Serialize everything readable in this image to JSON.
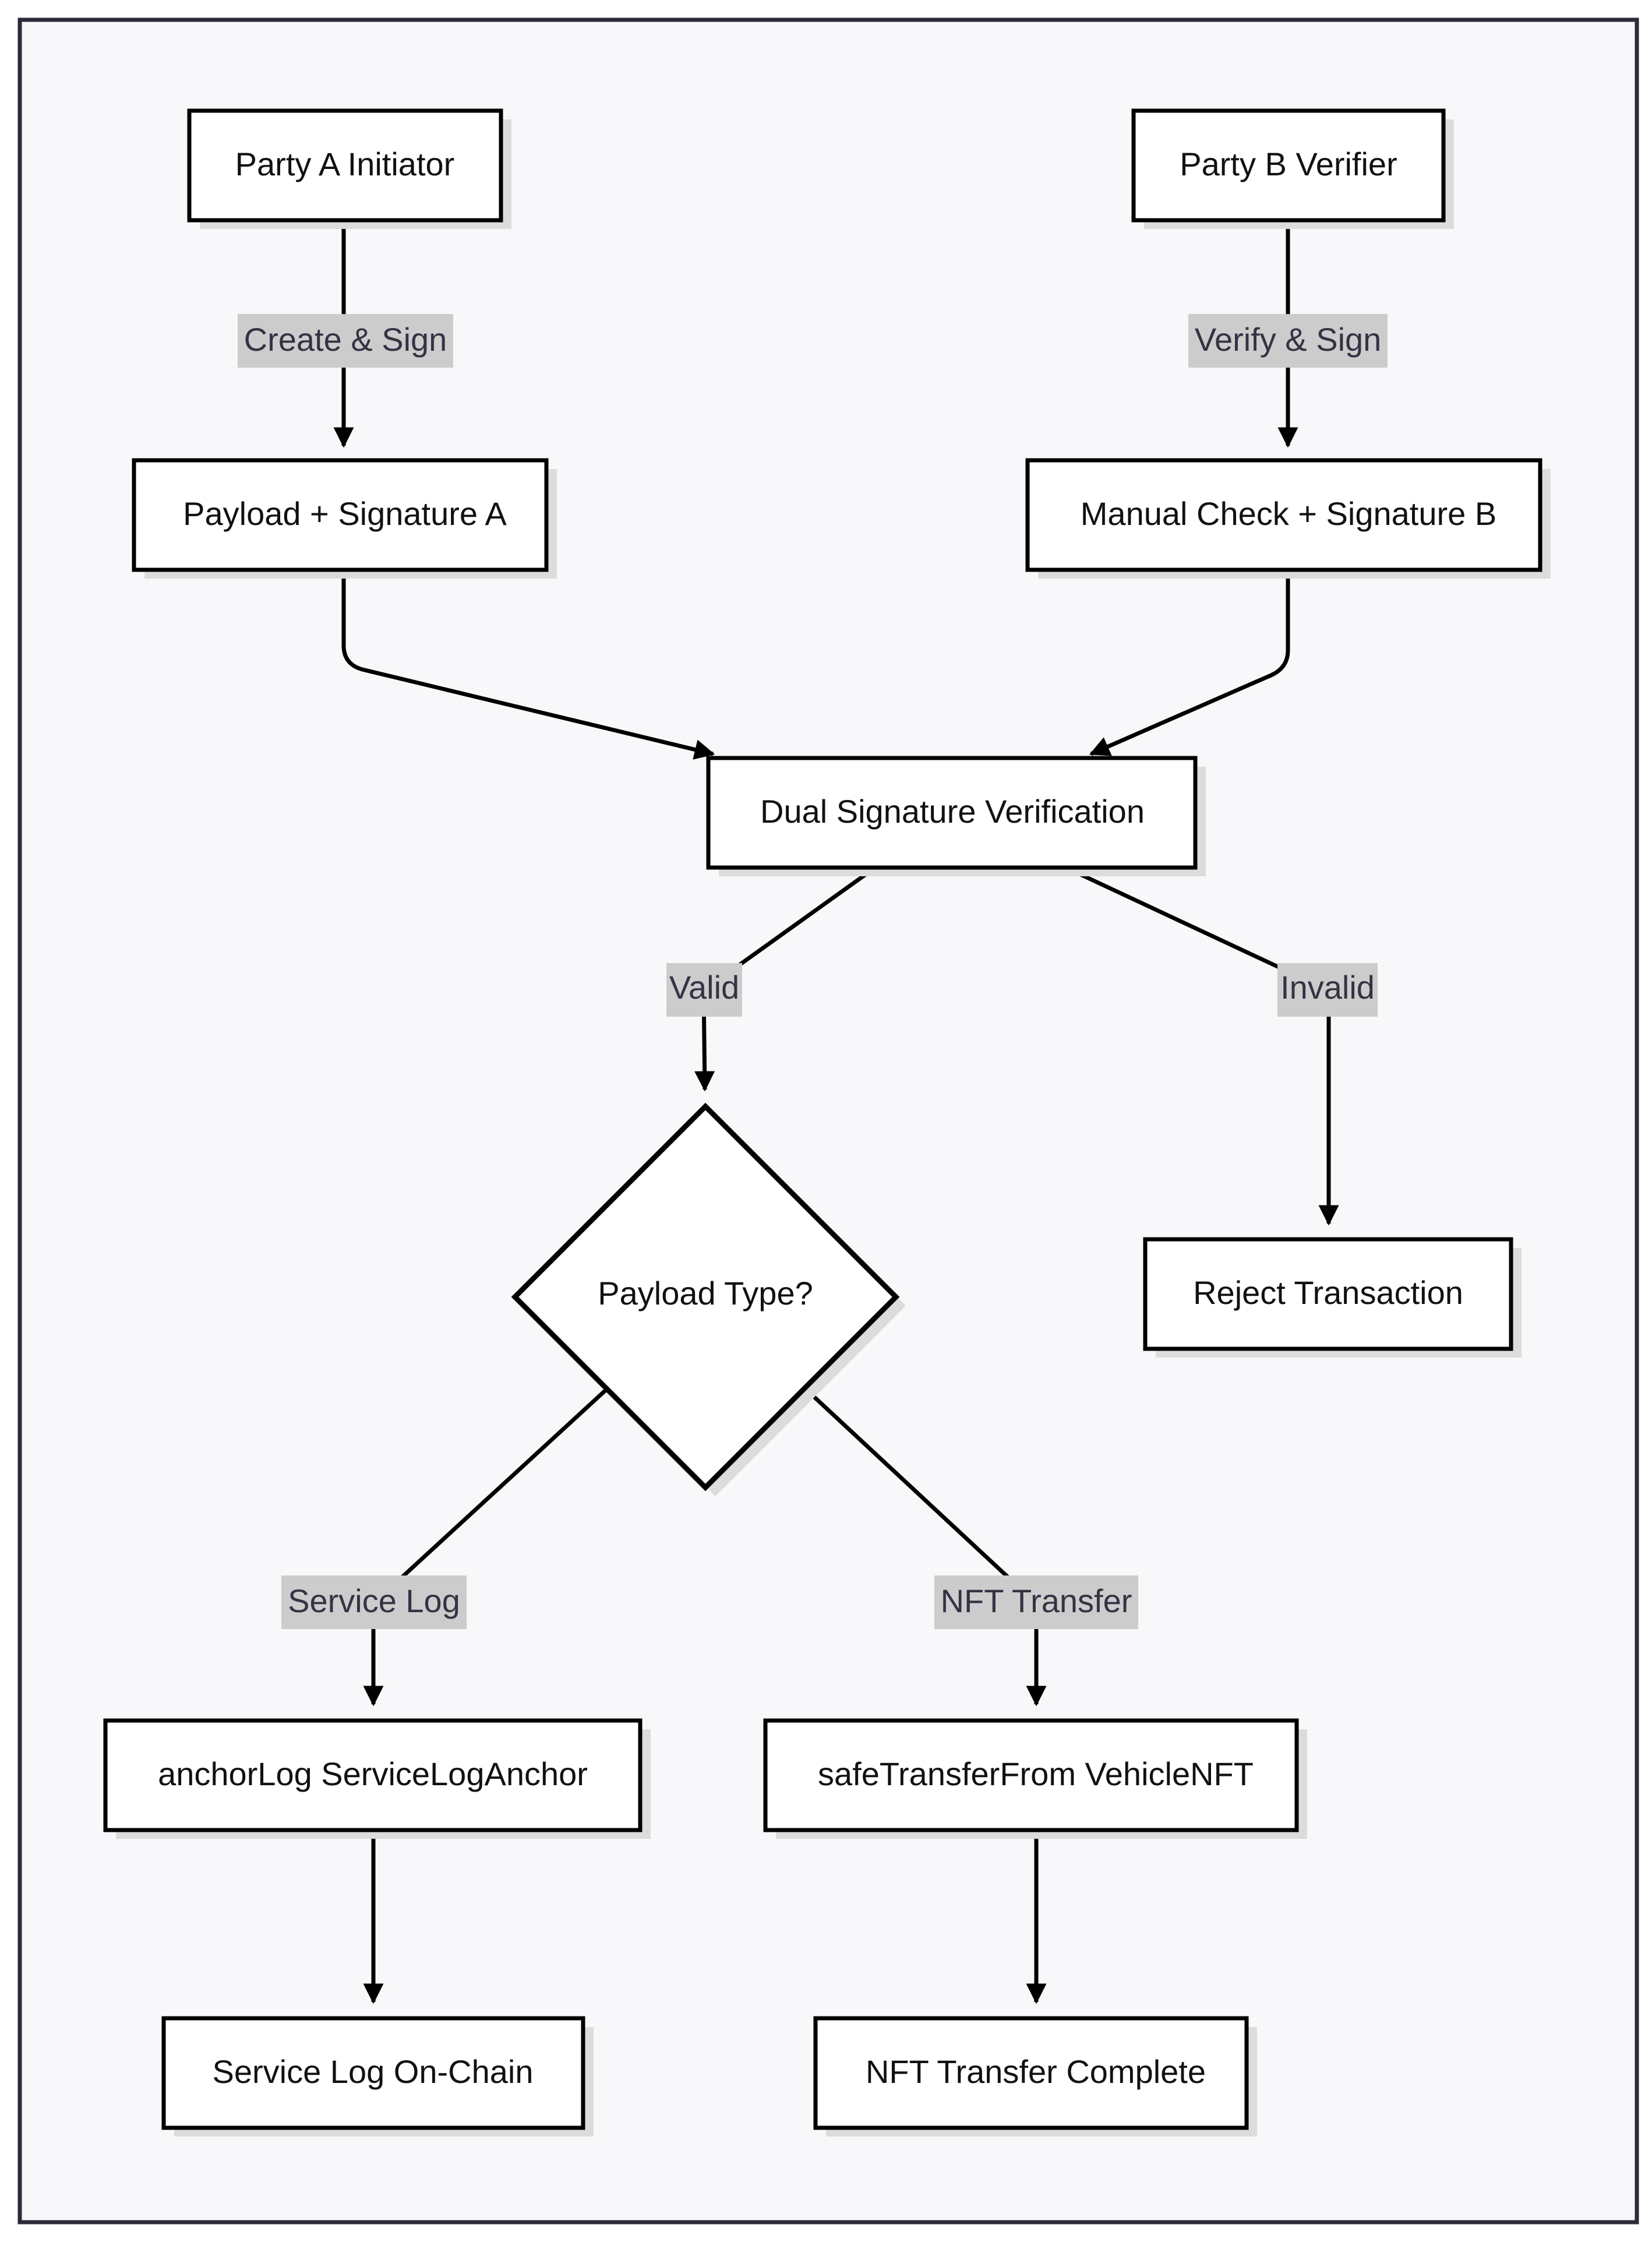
{
  "colors": {
    "canvas_background": "#f8f8fa",
    "frame_border": "#2a2a3a",
    "node_fill": "#ffffff",
    "node_border": "#000000",
    "node_shadow": "#dcdcdc",
    "edge_stroke": "#000000",
    "edge_label_background": "#cccccc"
  },
  "nodes": {
    "party_a": "Party A Initiator",
    "party_b": "Party B Verifier",
    "payload_sig_a": "Payload + Signature A",
    "manual_check_sig_b": "Manual Check + Signature B",
    "dual_sig_verification": "Dual Signature Verification",
    "payload_type": "Payload Type?",
    "reject_transaction": "Reject Transaction",
    "anchor_log": "anchorLog ServiceLogAnchor",
    "safe_transfer": "safeTransferFrom VehicleNFT",
    "service_log_onchain": "Service Log On-Chain",
    "nft_transfer_complete": "NFT Transfer Complete"
  },
  "edges": {
    "create_sign": "Create & Sign",
    "verify_sign": "Verify & Sign",
    "valid": "Valid",
    "invalid": "Invalid",
    "service_log": "Service Log",
    "nft_transfer": "NFT Transfer"
  }
}
